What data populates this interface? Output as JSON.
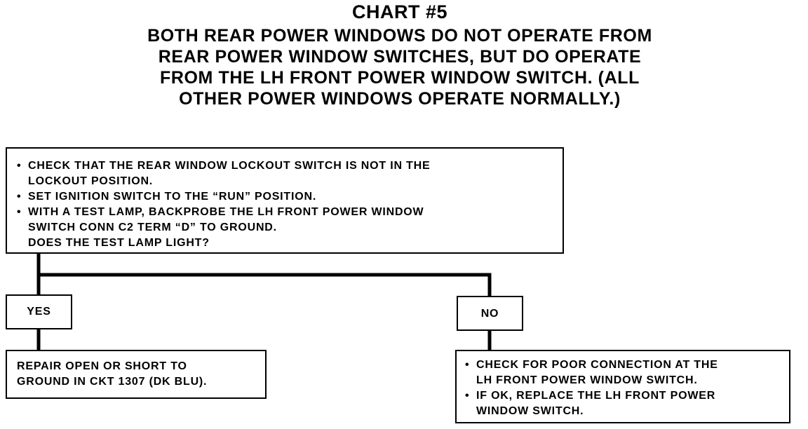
{
  "title": "CHART #5",
  "subtitle_lines": [
    "BOTH REAR POWER WINDOWS DO NOT OPERATE FROM",
    "REAR POWER WINDOW SWITCHES, BUT DO OPERATE",
    "FROM THE LH FRONT POWER WINDOW SWITCH. (ALL",
    "OTHER POWER WINDOWS OPERATE NORMALLY.)"
  ],
  "check_box": {
    "bullet_symbol": "•",
    "bullets": [
      {
        "line1": "CHECK THAT THE REAR WINDOW LOCKOUT SWITCH IS NOT IN THE",
        "line2": "LOCKOUT POSITION."
      },
      {
        "line1": "SET IGNITION SWITCH TO THE “RUN” POSITION."
      },
      {
        "line1": "WITH A TEST LAMP, BACKPROBE THE LH FRONT POWER WINDOW",
        "line2": "SWITCH CONN C2 TERM “D” TO GROUND."
      }
    ],
    "question": "DOES THE TEST LAMP LIGHT?"
  },
  "yes_label": "YES",
  "no_label": "NO",
  "yes_result": {
    "line1": "REPAIR OPEN OR SHORT TO",
    "line2": "GROUND IN CKT 1307 (DK BLU)."
  },
  "no_result": {
    "bullets": [
      {
        "line1": "CHECK FOR POOR CONNECTION AT THE",
        "line2": "LH FRONT POWER WINDOW SWITCH."
      },
      {
        "line1": "IF OK, REPLACE THE LH FRONT POWER",
        "line2": "WINDOW SWITCH."
      }
    ]
  }
}
